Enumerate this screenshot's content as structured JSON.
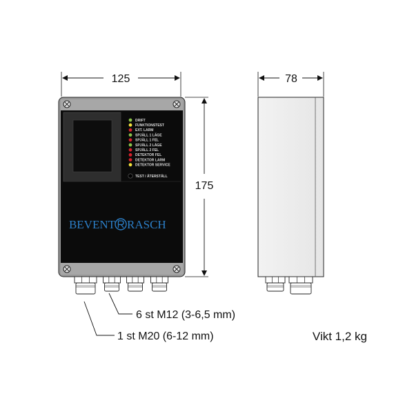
{
  "dimensions": {
    "front_width": "125",
    "side_width": "78",
    "height": "175"
  },
  "leds": [
    {
      "label": "DRIFT",
      "color": "#8bc34a"
    },
    {
      "label": "FUNKTIONSTEST",
      "color": "#f5e23a"
    },
    {
      "label": "EXT. LARM",
      "color": "#d8212b"
    },
    {
      "label": "SPJÄLL 1 LÄGE",
      "color": "#8bc34a"
    },
    {
      "label": "SPJÄLL 1 FEL",
      "color": "#d8212b"
    },
    {
      "label": "SPJÄLL 2 LÄGE",
      "color": "#8bc34a"
    },
    {
      "label": "SPJÄLL 2 FEL",
      "color": "#d8212b"
    },
    {
      "label": "DETEKTOR FEL",
      "color": "#d8212b"
    },
    {
      "label": "DETEKTOR LARM",
      "color": "#d8212b"
    },
    {
      "label": "DETEKTOR SERVICE",
      "color": "#f5e23a"
    }
  ],
  "test_button": {
    "label": "TEST / ÅTERSTÄLL",
    "color": "#000000"
  },
  "brand": {
    "left": "BEVENT",
    "right": "RASCH",
    "color": "#2c7fc8"
  },
  "callouts": {
    "m12": "6 st M12 (3-6,5 mm)",
    "m20": "1 st M20 (6-12 mm)"
  },
  "weight": "Vikt 1,2 kg"
}
